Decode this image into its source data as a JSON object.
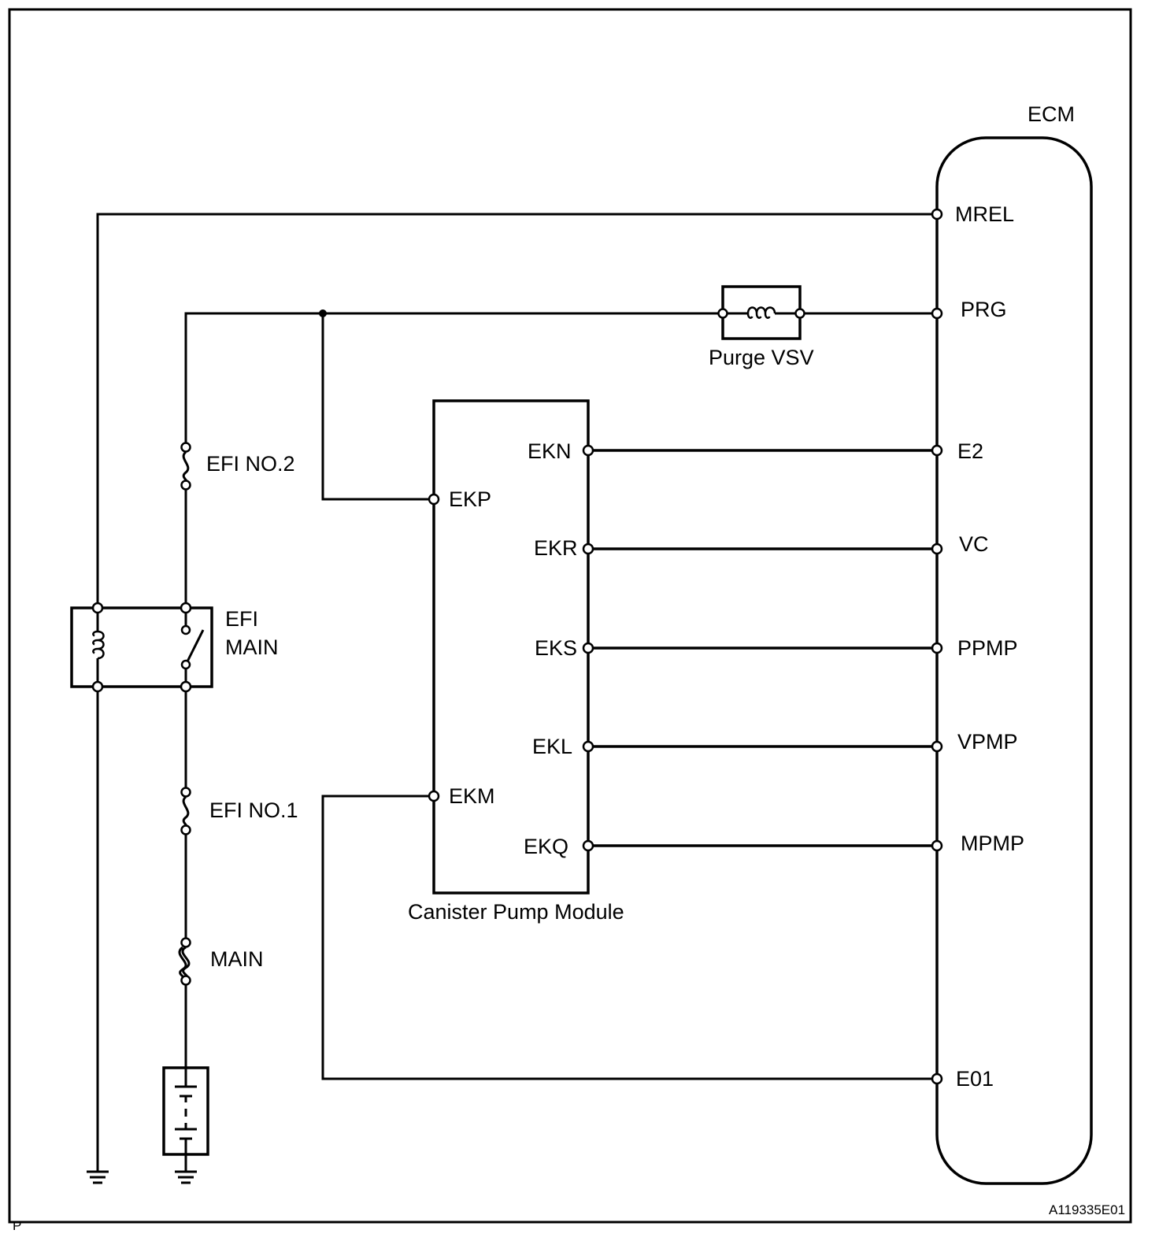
{
  "ecm": {
    "title": "ECM",
    "terminals": {
      "mrel": "MREL",
      "prg": "PRG",
      "e2": "E2",
      "vc": "VC",
      "ppmp": "PPMP",
      "vpmp": "VPMP",
      "mpmp": "MPMP",
      "e01": "E01"
    }
  },
  "canister_pump_module": {
    "title": "Canister Pump Module",
    "terminals": {
      "ekn": "EKN",
      "ekp": "EKP",
      "ekr": "EKR",
      "eks": "EKS",
      "ekl": "EKL",
      "ekm": "EKM",
      "ekq": "EKQ"
    }
  },
  "purge_vsv": {
    "label": "Purge VSV"
  },
  "fuses": {
    "efi_no2": "EFI NO.2",
    "efi_no1": "EFI NO.1",
    "main": "MAIN"
  },
  "relay": {
    "line1": "EFI",
    "line2": "MAIN"
  },
  "figure_code": "A119335E01",
  "corner_mark": "P"
}
